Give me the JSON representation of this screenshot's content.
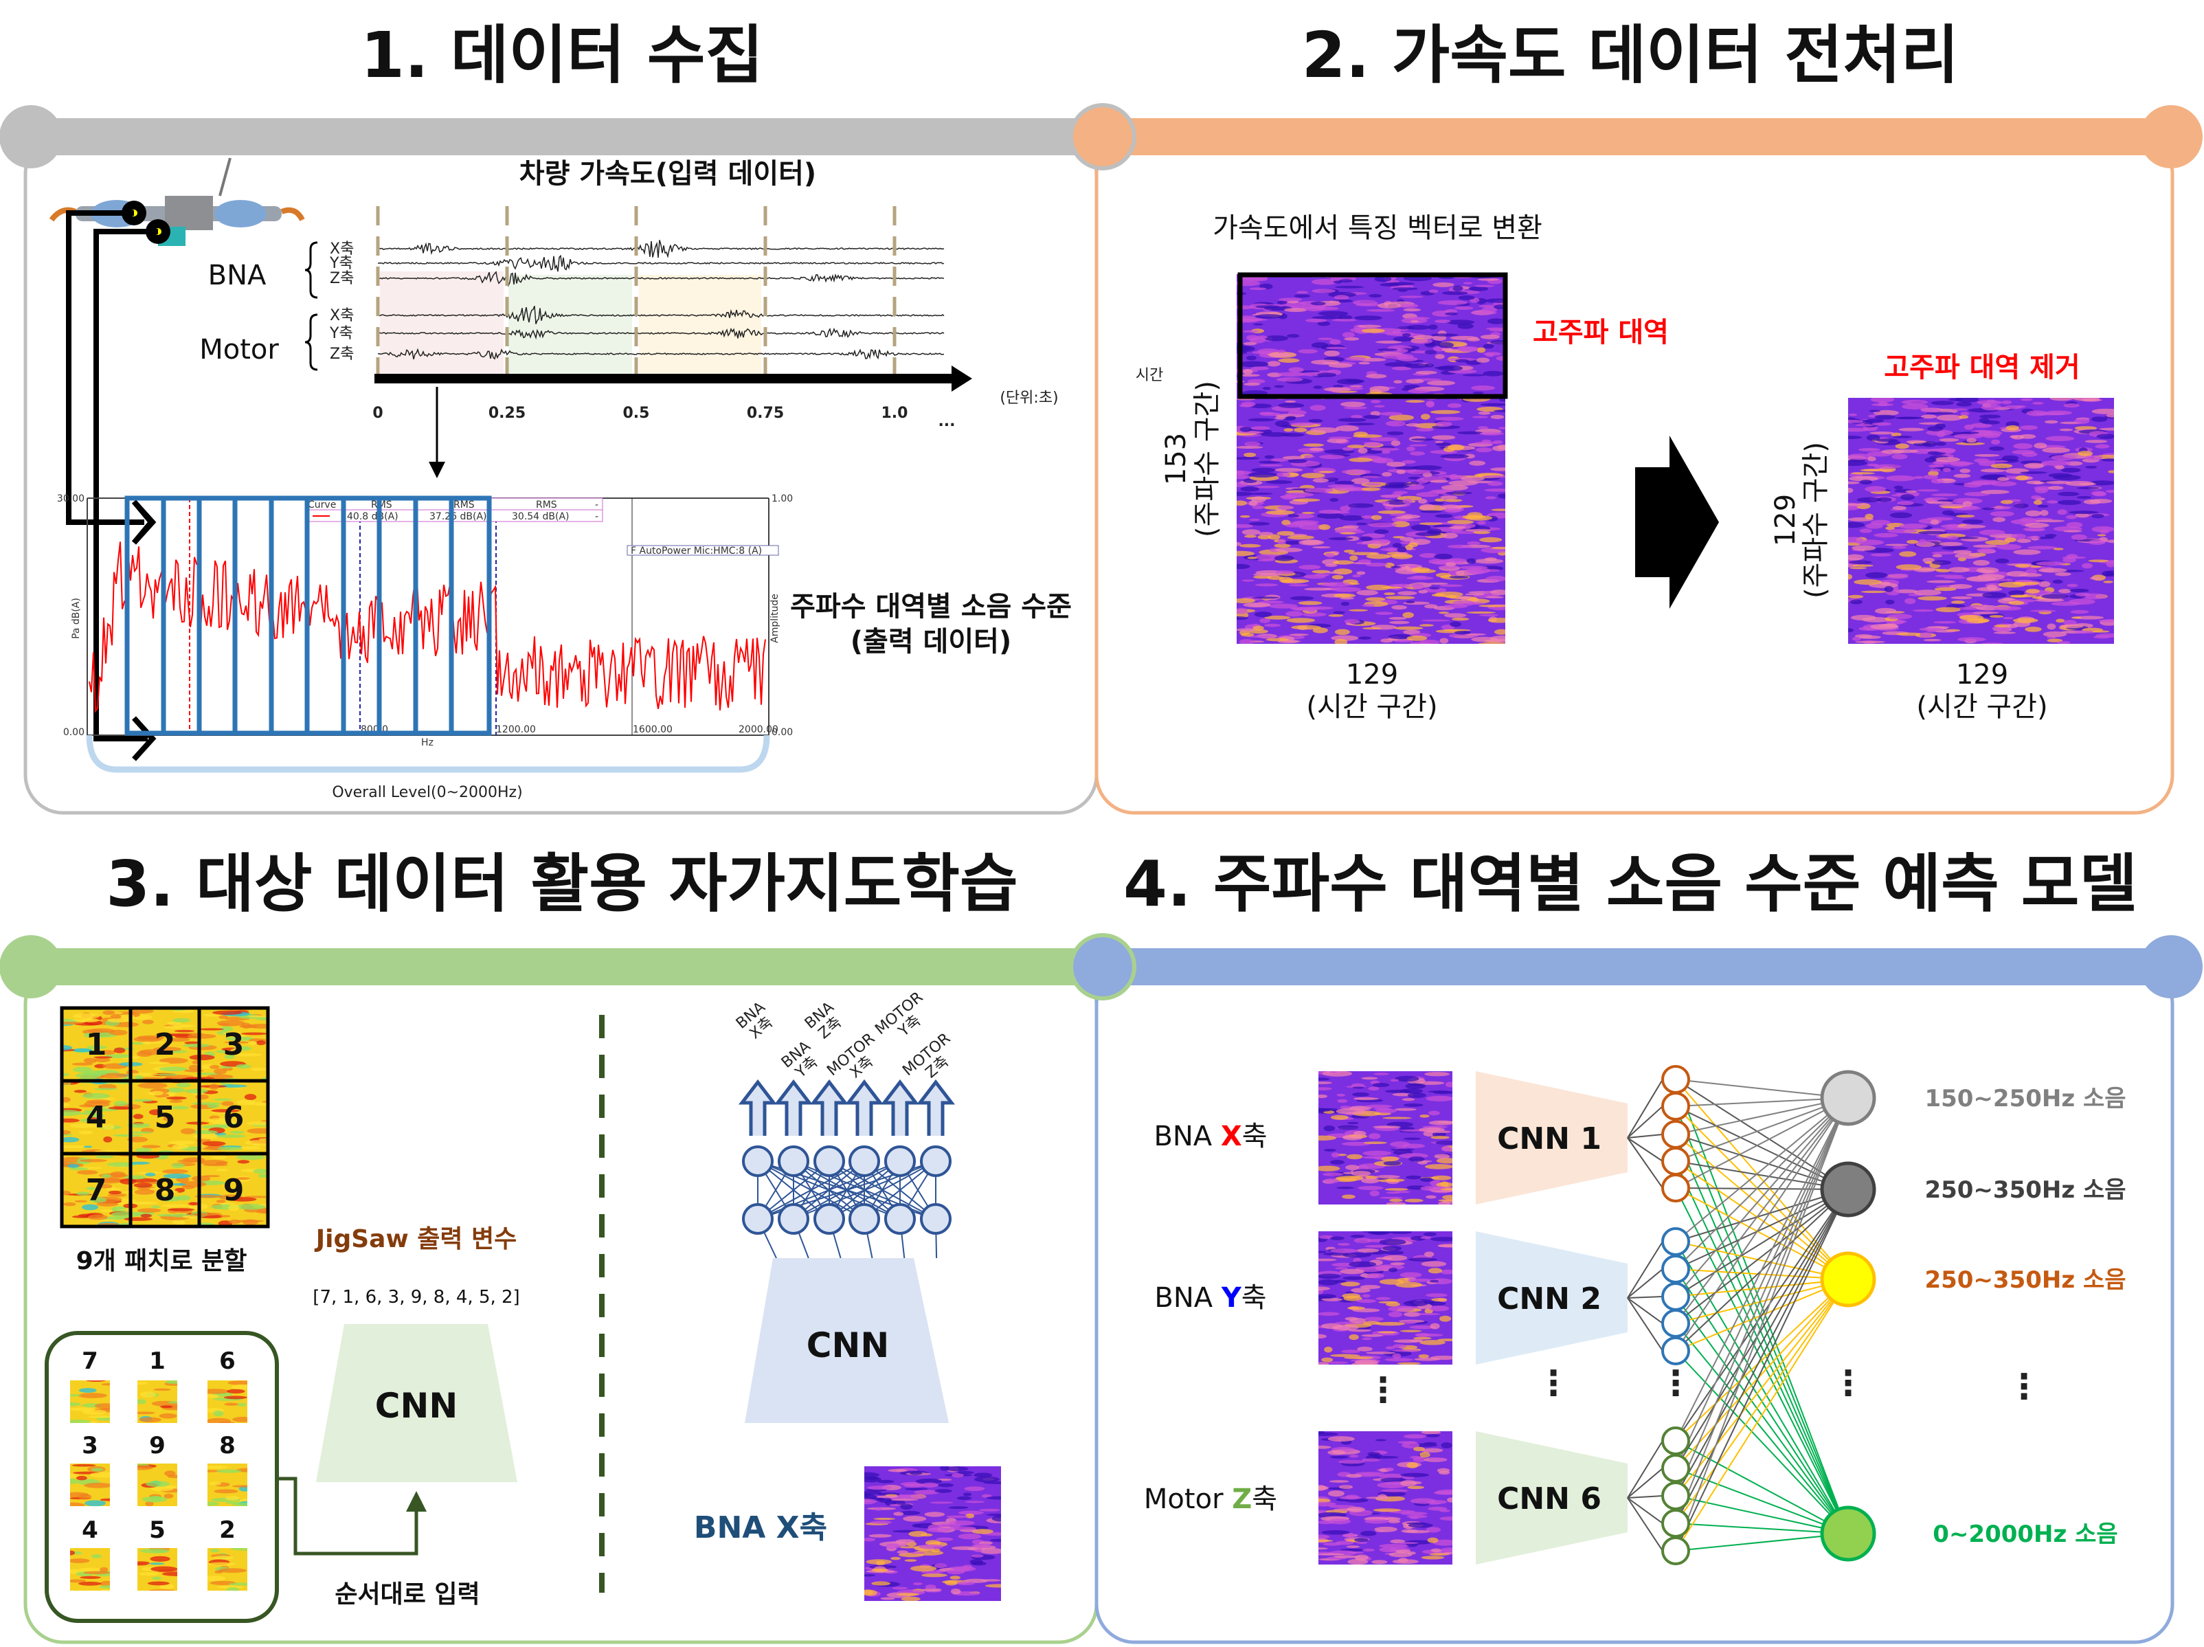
{
  "titles": {
    "s1": "1. 데이터 수집",
    "s2": "2. 가속도 데이터 전처리",
    "s3": "3. 대상 데이터 활용 자가지도학습",
    "s4": "4. 주파수 대역별 소음 수준 예측 모델"
  },
  "colors": {
    "s1": "#bfbfbf",
    "s2": "#f4b183",
    "s3": "#a9d18e",
    "s4": "#8faadc"
  },
  "panel1": {
    "input_title": "차량 가속도(입력 데이터)",
    "bna": "BNA",
    "motor": "Motor",
    "axes": [
      "X축",
      "Y축",
      "Z축"
    ],
    "time_label": "시간",
    "time_unit": "(단위:초)",
    "time_ticks": [
      "0",
      "0.25",
      "0.5",
      "0.75",
      "1.0"
    ],
    "ellipsis": "...",
    "output_title_1": "주파수 대역별 소음 수준",
    "output_title_2": "(출력 데이터)",
    "overall": "Overall Level(0~2000Hz)",
    "chart": {
      "y_top": "30.00",
      "y_bottom": "0.00",
      "y_right_top": "1.00",
      "y_right_bottom": "0.00",
      "y_label": "Pa dB(A)",
      "y_right_label": "Amplitude",
      "x_label": "Hz",
      "cursor_labels": [
        "800.0",
        "1200.00",
        "1600.00",
        "2000.00"
      ],
      "legend": "F  AutoPower Mic:HMC:8 (A)",
      "table_header": [
        "Curve",
        "RMS",
        "RMS",
        "RMS",
        "-"
      ],
      "table_values": [
        "40.8  dB(A)",
        "37.26  dB(A)",
        "30.54  dB(A)",
        "-"
      ]
    }
  },
  "panel2": {
    "caption": "가속도에서 특징 벡터로 변환",
    "high_band": "고주파 대역",
    "high_band_removed": "고주파 대역 제거",
    "left_y": "153",
    "right_y": "129",
    "y_unit": "(주파수 구간)",
    "x_value": "129",
    "x_unit": "(시간 구간)"
  },
  "panel3": {
    "grid_numbers": [
      "1",
      "2",
      "3",
      "4",
      "5",
      "6",
      "7",
      "8",
      "9"
    ],
    "split_caption": "9개 패치로 분할",
    "jigsaw_label": "JigSaw 출력 변수",
    "jigsaw_order": "[7, 1, 6, 3, 9, 8, 4, 5, 2]",
    "shuffled": [
      "7",
      "1",
      "6",
      "3",
      "9",
      "8",
      "4",
      "5",
      "2"
    ],
    "cnn": "CNN",
    "input_caption": "순서대로 입력",
    "outputs": [
      "BNA X축",
      "BNA Y축",
      "BNA Z축",
      "MOTOR X축",
      "MOTOR Y축",
      "MOTOR Z축"
    ],
    "input_label_prefix": "BNA ",
    "input_label_axis": "X축"
  },
  "panel4": {
    "inputs": [
      {
        "prefix": "BNA ",
        "axis": "X",
        "suffix": "축",
        "color": "#ff0000"
      },
      {
        "prefix": "BNA ",
        "axis": "Y",
        "suffix": "축",
        "color": "#0000ff"
      },
      {
        "prefix": "Motor ",
        "axis": "Z",
        "suffix": "축",
        "color": "#70ad47"
      }
    ],
    "cnns": [
      "CNN 1",
      "CNN 2",
      "CNN 6"
    ],
    "outputs": [
      {
        "label": "150~250Hz 소음",
        "color": "#808080"
      },
      {
        "label": "250~350Hz 소음",
        "color": "#404040"
      },
      {
        "label": "250~350Hz 소음",
        "color": "#c55a11"
      },
      {
        "label": "0~2000Hz 소음",
        "color": "#00b050"
      }
    ],
    "ellipsis": "⋮"
  }
}
